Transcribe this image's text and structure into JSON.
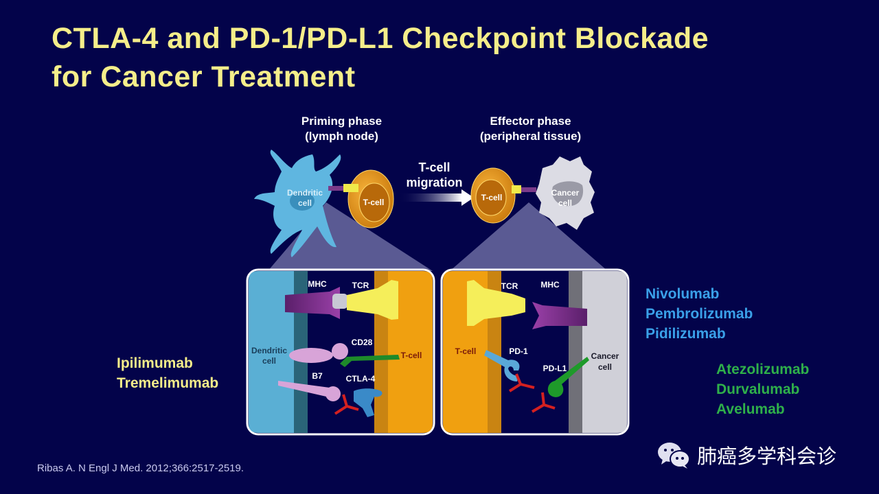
{
  "slide": {
    "title_line1": "CTLA-4 and PD-1/PD-L1 Checkpoint Blockade",
    "title_line2": "for Cancer Treatment"
  },
  "overview": {
    "priming_phase": {
      "line1": "Priming phase",
      "line2": "(lymph node)"
    },
    "effector_phase": {
      "line1": "Effector phase",
      "line2": "(peripheral tissue)"
    },
    "migration": {
      "line1": "T-cell",
      "line2": "migration"
    },
    "cells": {
      "dendritic_line1": "Dendritic",
      "dendritic_line2": "cell",
      "tcell": "T-cell",
      "cancer_line1": "Cancer",
      "cancer_line2": "cell"
    }
  },
  "left_panel": {
    "mhc": "MHC",
    "tcr": "TCR",
    "cd28": "CD28",
    "b7": "B7",
    "ctla4": "CTLA-4",
    "dendritic_line1": "Dendritic",
    "dendritic_line2": "cell",
    "tcell": "T-cell"
  },
  "right_panel": {
    "tcr": "TCR",
    "mhc": "MHC",
    "pd1": "PD-1",
    "pdl1": "PD-L1",
    "tcell": "T-cell",
    "cancer_line1": "Cancer",
    "cancer_line2": "cell"
  },
  "drugs": {
    "ctla4_inhibitors": [
      "Ipilimumab",
      "Tremelimumab"
    ],
    "pd1_inhibitors": [
      "Nivolumab",
      "Pembrolizumab",
      "Pidilizumab"
    ],
    "pdl1_inhibitors": [
      "Atezolizumab",
      "Durvalumab",
      "Avelumab"
    ]
  },
  "citation": "Ribas A. N Engl J Med. 2012;366:2517-2519.",
  "watermark": {
    "icon": "wechat-icon",
    "text": "肺癌多学科会诊"
  },
  "colors": {
    "background": "#03034a",
    "title": "#f5ee8a",
    "pd1_drugs": "#3aa0e8",
    "pdl1_drugs": "#2fb04a",
    "ctla4_drugs": "#f5ee8a"
  }
}
